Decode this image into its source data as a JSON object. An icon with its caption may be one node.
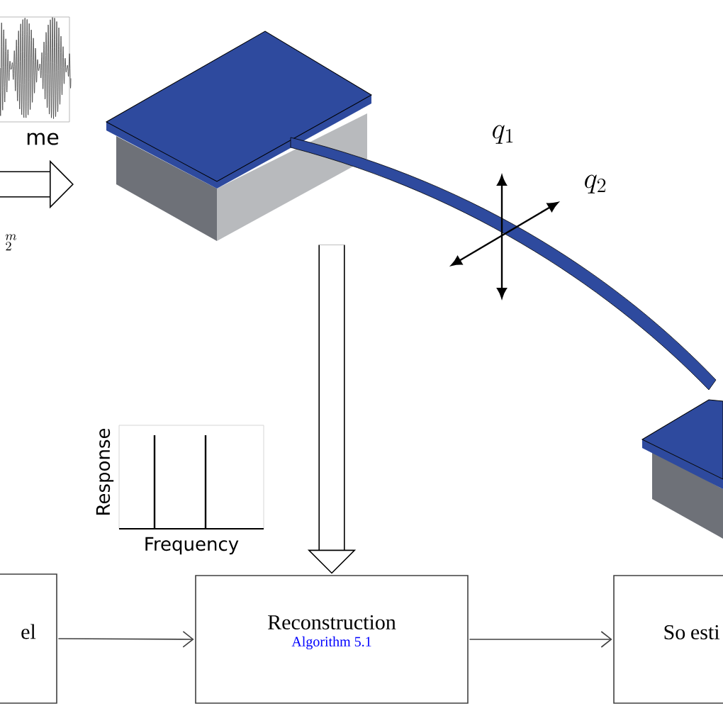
{
  "diagram": {
    "nodes": [
      {
        "text": [],
        "shape": "picture"
      },
      {
        "text": [
          "el"
        ]
      },
      {
        "text": [
          "Reconstruction",
          "Algorithm 5.1"
        ]
      },
      {
        "text": [
          "So esti"
        ]
      }
    ],
    "edges": [
      {
        "from": null,
        "to": 0,
        "arrow": "to",
        "style": "thick"
      },
      {
        "from": 1,
        "to": 2,
        "arrow": "to"
      },
      {
        "from": 2,
        "to": 3,
        "arrow": "to"
      },
      {
        "from": 0,
        "to": 2,
        "arrow": "to",
        "style": "thick"
      }
    ],
    "labels": [
      "me",
      "^{m}_{2}",
      "q_1",
      "q_2",
      "Response",
      "Frequency"
    ]
  }
}
